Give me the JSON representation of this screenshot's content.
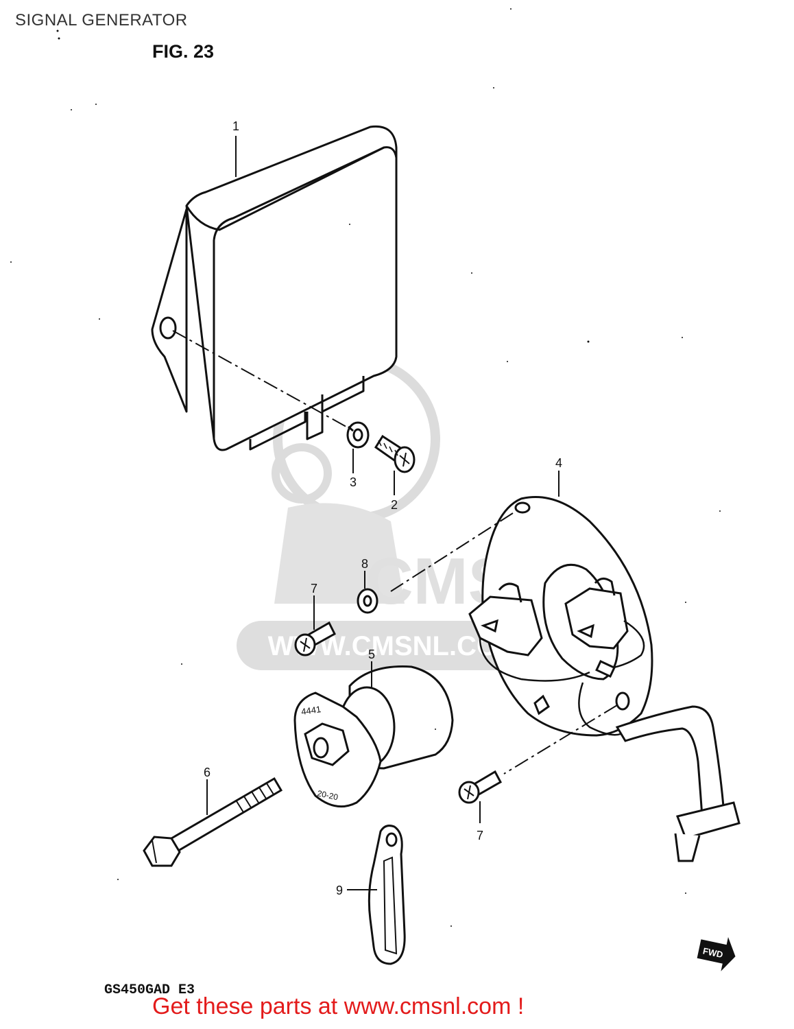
{
  "header": {
    "title": "SIGNAL GENERATOR",
    "figure_label": "FIG. 23"
  },
  "callouts": {
    "c1": "1",
    "c2": "2",
    "c3": "3",
    "c4": "4",
    "c5": "5",
    "c6": "6",
    "c7a": "7",
    "c7b": "7",
    "c8": "8",
    "c9": "9"
  },
  "part_markings": {
    "rotor_code": "4441",
    "rotor_grade": "20-20"
  },
  "watermark": {
    "logo_text": "CMS",
    "url": "WWW.CMSNL.COM"
  },
  "direction_badge": "FWD",
  "model_code": "GS450GAD E3",
  "footer_text": "Get these parts at www.cmsnl.com !",
  "colors": {
    "ink": "#111111",
    "footer": "#e31b1b",
    "watermark": "#d8d8d8"
  }
}
